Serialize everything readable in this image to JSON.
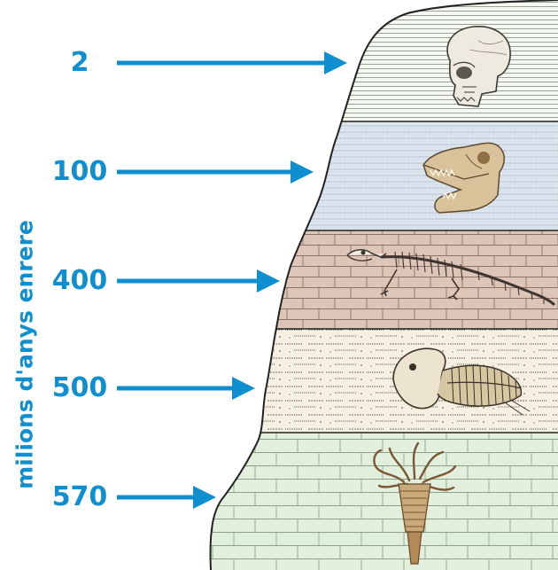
{
  "axis_label": "milions d'anys enrere",
  "markers": [
    {
      "age": "2",
      "fossil": "hominid-skull"
    },
    {
      "age": "100",
      "fossil": "dinosaur-skull"
    },
    {
      "age": "400",
      "fossil": "amphibian-skeleton"
    },
    {
      "age": "500",
      "fossil": "trilobite"
    },
    {
      "age": "570",
      "fossil": "ediacaran-organism"
    }
  ],
  "colors": {
    "accent": "#0f8fd0",
    "layer_1": "#f6f8f2",
    "layer_2": "#dde5ef",
    "layer_3": "#ddc5b8",
    "layer_4": "#f6f0e2",
    "layer_5": "#e1efdc",
    "outline": "#222222"
  }
}
